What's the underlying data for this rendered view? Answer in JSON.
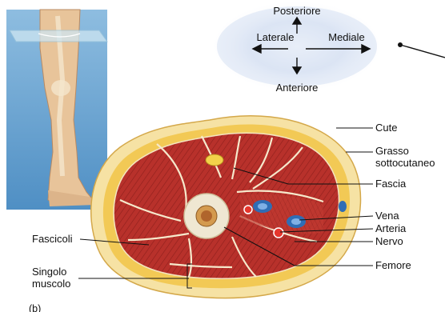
{
  "orientation": {
    "top": "Posteriore",
    "left": "Laterale",
    "right": "Mediale",
    "bottom": "Anteriore"
  },
  "labels": {
    "cute": "Cute",
    "grasso_line1": "Grasso",
    "grasso_line2": "sottocutaneo",
    "fascia": "Fascia",
    "vena": "Vena",
    "arteria": "Arteria",
    "nervo": "Nervo",
    "femore": "Femore",
    "fascicoli": "Fascicoli",
    "singolo_line1": "Singolo",
    "singolo_line2": "muscolo",
    "panel": "(b)"
  },
  "colors": {
    "skin": "#f4d98a",
    "fat": "#f0c64a",
    "muscle": "#b8312b",
    "vein": "#2f6db5",
    "artery": "#d9302b",
    "bone": "#f2ede0",
    "panel_sky": "#6aa4cf"
  }
}
